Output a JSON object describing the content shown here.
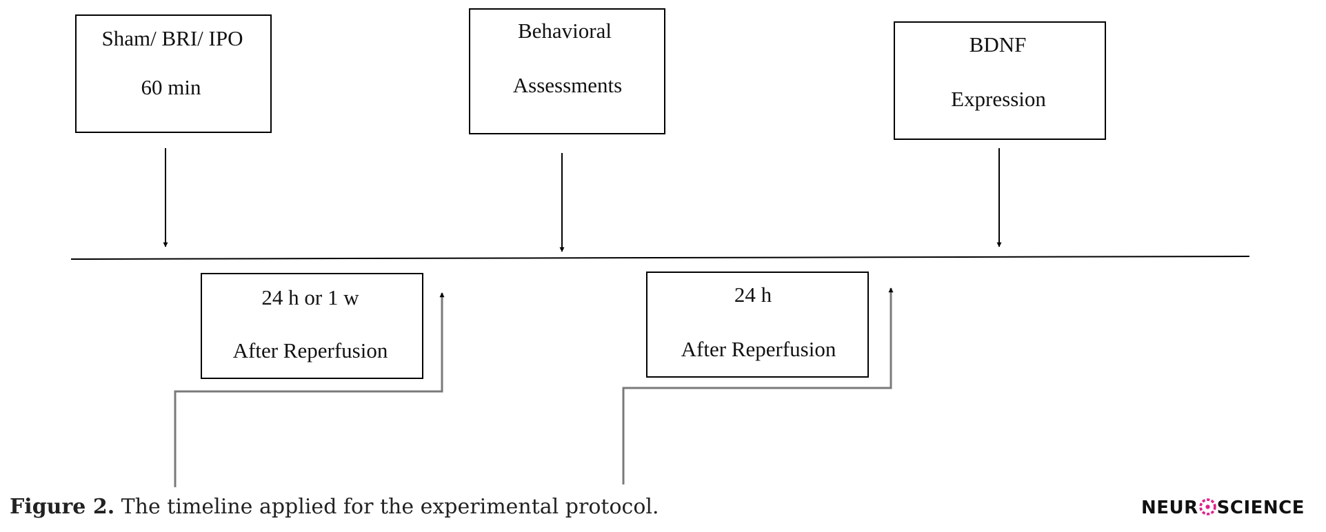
{
  "diagram": {
    "top_boxes": [
      {
        "line1": "Sham/ BRI/ IPO",
        "line2": "60 min"
      },
      {
        "line1": "Behavioral",
        "line2": "Assessments"
      },
      {
        "line1": "BDNF",
        "line2": "Expression"
      }
    ],
    "bottom_boxes": [
      {
        "line1": "24 h or 1 w",
        "line2": "After Reperfusion"
      },
      {
        "line1": "24 h",
        "line2": "After Reperfusion"
      }
    ]
  },
  "caption": {
    "label": "Figure 2.",
    "text": " The timeline applied for the experimental protocol."
  },
  "logo": {
    "left": "NEUR",
    "right": "SCIENCE",
    "accent_color": "#e0218a"
  }
}
